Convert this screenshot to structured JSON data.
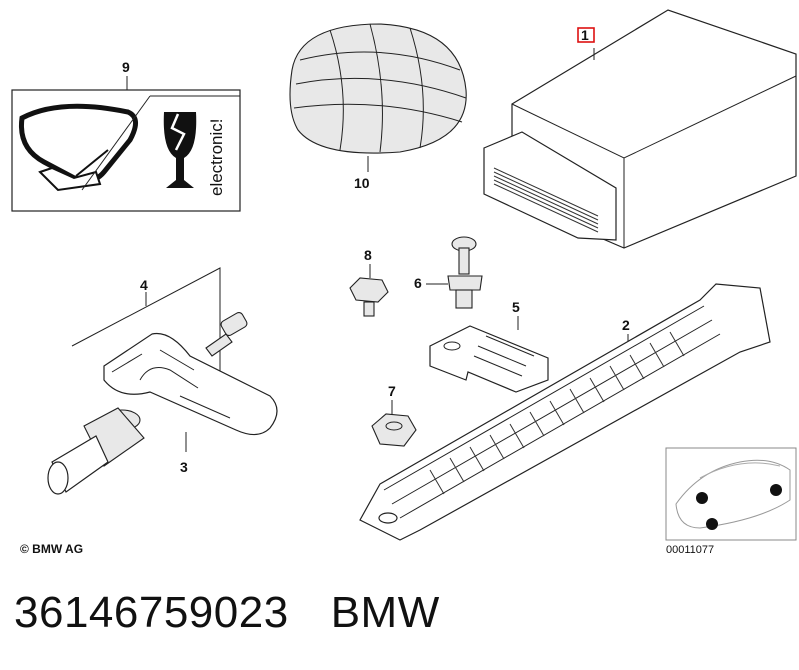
{
  "diagram": {
    "callouts": {
      "c1": "1",
      "c2": "2",
      "c3": "3",
      "c4": "4",
      "c5": "5",
      "c6": "6",
      "c7": "7",
      "c8": "8",
      "c9": "9",
      "c10": "10"
    },
    "label_text": "electronic!",
    "copyright": "© BMW AG",
    "image_number": "00011077"
  },
  "footer": {
    "part_number": "36146759023",
    "brand": "BMW"
  }
}
